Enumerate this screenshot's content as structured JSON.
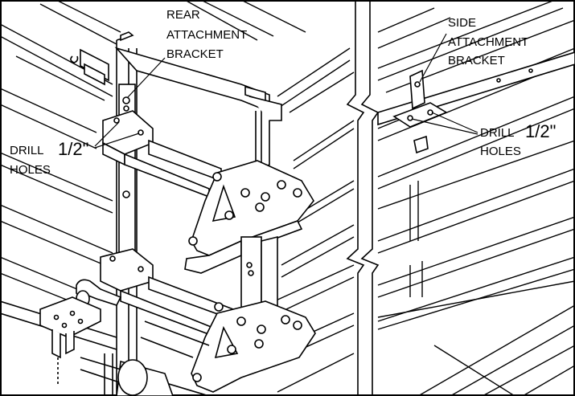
{
  "labels": {
    "rear_line1": "REAR",
    "rear_line2": "ATTACHMENT",
    "rear_line3": "BRACKET",
    "side_line1": "SIDE",
    "side_line2": "ATTACHMENT",
    "side_line3": "BRACKET",
    "left_drill_word": "DRILL",
    "left_drill_size": "1/2\"",
    "left_holes_word": "HOLES",
    "right_drill_word": "DRILL",
    "right_drill_size": "1/2\"",
    "right_holes_word": "HOLES"
  },
  "colors": {
    "line": "#000000",
    "background": "#ffffff"
  }
}
